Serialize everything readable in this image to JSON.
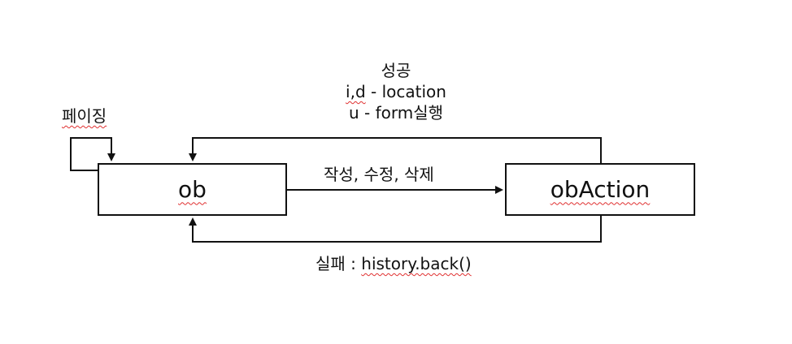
{
  "nodes": {
    "ob": {
      "label": "ob"
    },
    "obaction": {
      "label": "obAction"
    }
  },
  "labels": {
    "paging": "페이징",
    "success_title": "성공",
    "success_line1_a": "i,d",
    "success_line1_b": " - location",
    "success_line2_a": "u - form",
    "success_line2_b": "실행",
    "write_edit_delete": "작성, 수정, 삭제",
    "fail_a": "실패 : ",
    "fail_b": "history.back()"
  }
}
